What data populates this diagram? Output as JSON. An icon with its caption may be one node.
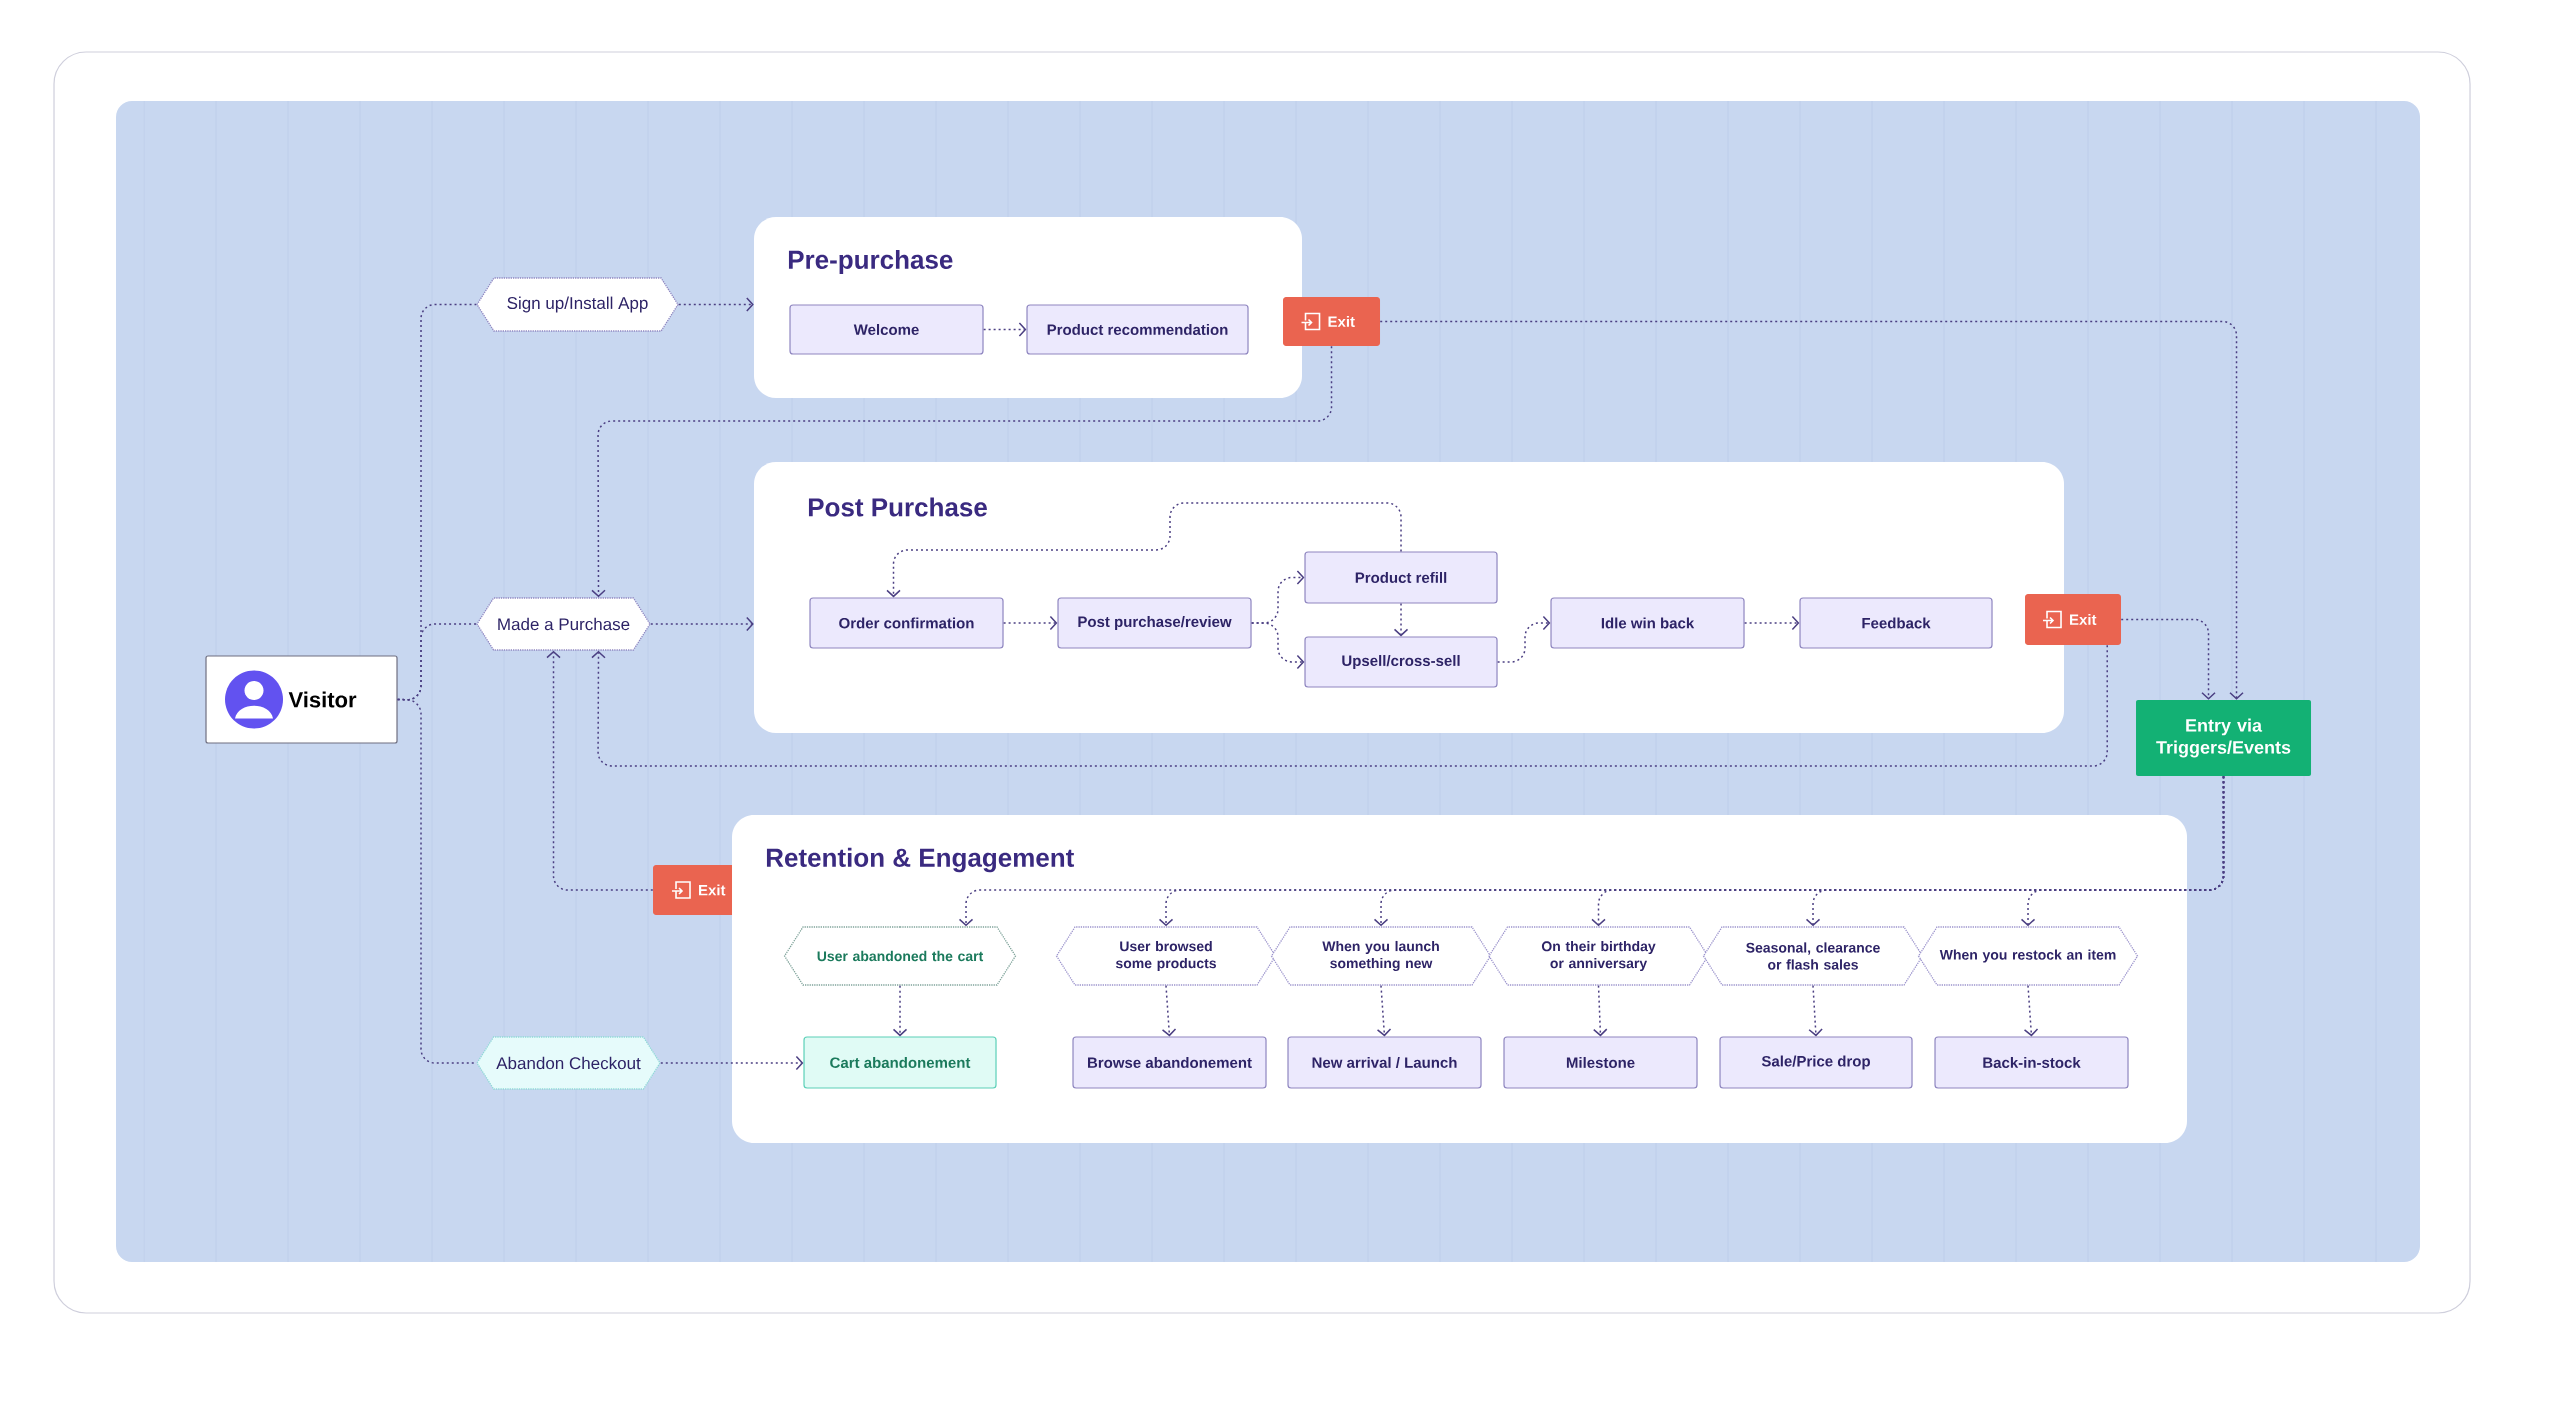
{
  "diagram": {
    "nodes": [
      {
        "text": [
          "Sign up/Install App"
        ]
      },
      {
        "text": [
          "Pre-purchase"
        ]
      },
      {
        "text": [
          "Welcome"
        ],
        "in": 1
      },
      {
        "text": [
          "Product recommendation"
        ],
        "in": 1
      },
      {
        "text": [
          "Exit"
        ]
      },
      {
        "text": [
          "Made a Purchase"
        ]
      },
      {
        "text": [
          "Post Purchase"
        ]
      },
      {
        "text": [
          "Order confirmation"
        ],
        "in": 6
      },
      {
        "text": [
          "Post purchase/review"
        ],
        "in": 6
      },
      {
        "text": [
          "Product refill"
        ],
        "in": 6
      },
      {
        "text": [
          "Upsell/cross-sell"
        ],
        "in": 6
      },
      {
        "text": [
          "Idle win back"
        ],
        "in": 6
      },
      {
        "text": [
          "Feedback"
        ],
        "in": 6
      },
      {
        "text": [
          "Exit"
        ]
      },
      {
        "text": [
          "Visitor"
        ]
      },
      {
        "text": [
          "Entry via Triggers/Events"
        ]
      },
      {
        "text": [
          "Exit"
        ]
      },
      {
        "text": [
          "Retention & Engagement"
        ]
      },
      {
        "text": [
          "User abandoned the cart"
        ],
        "in": 17
      },
      {
        "text": [
          "User browsed some products"
        ],
        "in": 17
      },
      {
        "text": [
          "When you launch something new"
        ],
        "in": 17
      },
      {
        "text": [
          "On their birthday or anniversary"
        ],
        "in": 17
      },
      {
        "text": [
          "Seasonal, clearance or flash sales"
        ],
        "in": 17
      },
      {
        "text": [
          "When you restock an item"
        ],
        "in": 17
      },
      {
        "text": [
          "Abandon Checkout"
        ]
      },
      {
        "text": [
          "Cart abandonement"
        ],
        "in": 17
      },
      {
        "text": [
          "Browse abandonement"
        ],
        "in": 17
      },
      {
        "text": [
          "New arrival / Launch"
        ],
        "in": 17
      },
      {
        "text": [
          "Milestone"
        ],
        "in": 17
      },
      {
        "text": [
          "Sale/Price drop"
        ],
        "in": 17
      },
      {
        "text": [
          "Back-in-stock"
        ],
        "in": 17
      }
    ],
    "edges": [
      {
        "from": 14,
        "to": 0,
        "arrow": "none"
      },
      {
        "from": 14,
        "to": 5,
        "arrow": "none"
      },
      {
        "from": 14,
        "to": 24,
        "arrow": "none"
      },
      {
        "from": 0,
        "to": 1,
        "arrow": "to"
      },
      {
        "from": 2,
        "to": 3,
        "arrow": "to"
      },
      {
        "from": 4,
        "to": 15,
        "arrow": "to"
      },
      {
        "from": 4,
        "to": 5,
        "arrow": "to"
      },
      {
        "from": 5,
        "to": 6,
        "arrow": "to"
      },
      {
        "from": 7,
        "to": 8,
        "arrow": "to"
      },
      {
        "from": 8,
        "to": 9,
        "arrow": "to"
      },
      {
        "from": 8,
        "to": 10,
        "arrow": "to"
      },
      {
        "from": 9,
        "to": 10,
        "arrow": "to"
      },
      {
        "from": 9,
        "to": 7,
        "arrow": "to"
      },
      {
        "from": 10,
        "to": 11,
        "arrow": "to"
      },
      {
        "from": 11,
        "to": 12,
        "arrow": "to"
      },
      {
        "from": 13,
        "to": 15,
        "arrow": "to"
      },
      {
        "from": 13,
        "to": 5,
        "arrow": "to"
      },
      {
        "from": 16,
        "to": 5,
        "arrow": "to"
      },
      {
        "from": 15,
        "to": 18,
        "arrow": "to"
      },
      {
        "from": 15,
        "to": 19,
        "arrow": "to"
      },
      {
        "from": 15,
        "to": 20,
        "arrow": "to"
      },
      {
        "from": 15,
        "to": 21,
        "arrow": "to"
      },
      {
        "from": 15,
        "to": 22,
        "arrow": "to"
      },
      {
        "from": 15,
        "to": 23,
        "arrow": "to"
      },
      {
        "from": 18,
        "to": 25,
        "arrow": "to"
      },
      {
        "from": 19,
        "to": 26,
        "arrow": "to"
      },
      {
        "from": 20,
        "to": 27,
        "arrow": "to"
      },
      {
        "from": 21,
        "to": 28,
        "arrow": "to"
      },
      {
        "from": 22,
        "to": 29,
        "arrow": "to"
      },
      {
        "from": 23,
        "to": 30,
        "arrow": "to"
      },
      {
        "from": 24,
        "to": 25,
        "arrow": "to"
      }
    ]
  }
}
